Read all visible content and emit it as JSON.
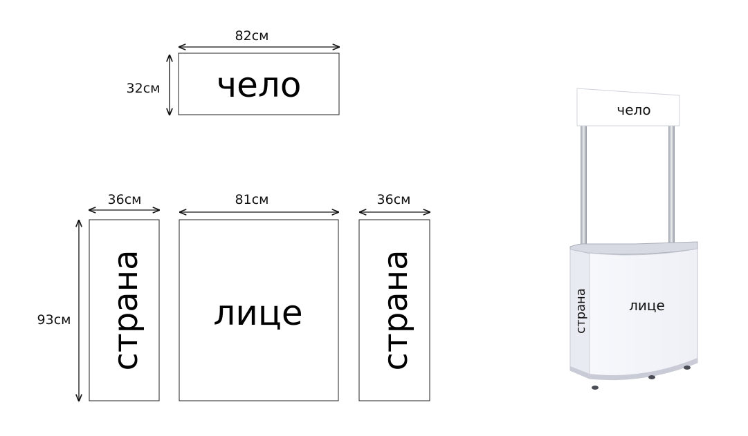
{
  "top_panel": {
    "label": "чело",
    "width_label": "82см",
    "height_label": "32см"
  },
  "side_left": {
    "label": "страна",
    "width_label": "36см"
  },
  "front": {
    "label": "лице",
    "width_label": "81см",
    "height_label": "93см"
  },
  "side_right": {
    "label": "страна",
    "width_label": "36см"
  },
  "stand": {
    "header_label": "чело",
    "front_label": "лице",
    "side_label": "страна"
  },
  "colors": {
    "line": "#111111",
    "panel_fill": "#ffffff",
    "stand_body": "#f4f5fa",
    "stand_shadow": "#c9ccd6"
  }
}
